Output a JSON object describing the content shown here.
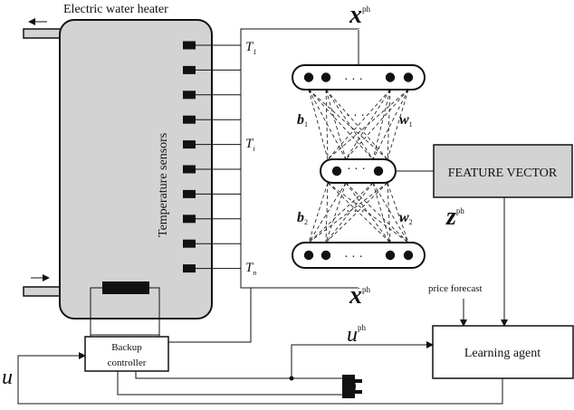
{
  "heater": {
    "title": "Electric water heater",
    "sensors_label": "Temperature sensors",
    "sensor_count": 10
  },
  "sensor_labels": {
    "t1": "T",
    "t1_sub": "1",
    "ti": "T",
    "ti_sub": "i",
    "tn": "T",
    "tn_sub": "n"
  },
  "network": {
    "x_top": "x",
    "x_top_sup": "ph",
    "x_bottom": "x",
    "x_bottom_sup": "ph",
    "b1": "b",
    "b1_sub": "1",
    "w1": "w",
    "w1_sub": "1",
    "b2": "b",
    "b2_sub": "2",
    "w2": "w",
    "w2_sub": "2",
    "ellipsis": "· · ·",
    "dots": "· · ·"
  },
  "feature_box": {
    "label": "FEATURE VECTOR"
  },
  "z_label": {
    "text": "z",
    "sup": "ph"
  },
  "price_forecast": "price forecast",
  "u_ph": {
    "text": "u",
    "sup": "ph"
  },
  "u_left": "u",
  "learning_agent": "Learning agent",
  "backup": {
    "line1": "Backup",
    "line2": "controller"
  },
  "colors": {
    "gray": "#d3d3d3",
    "black": "#111111",
    "white": "#ffffff"
  }
}
